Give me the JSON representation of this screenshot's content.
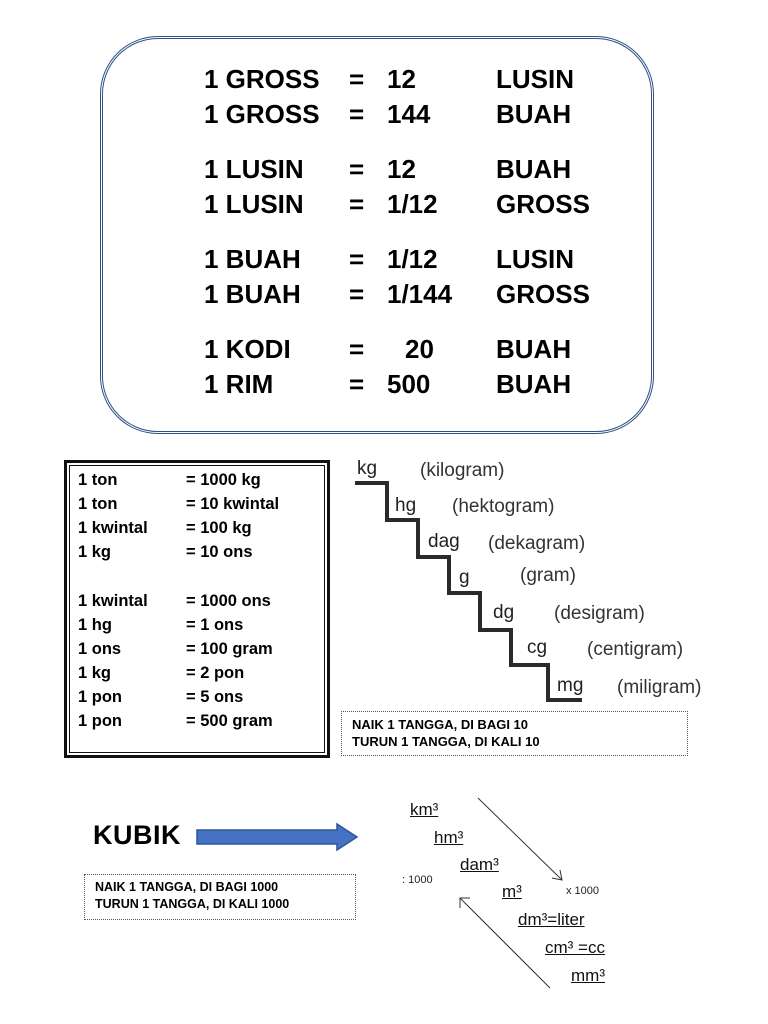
{
  "count_units": [
    {
      "left": "1 GROSS",
      "eq": "=",
      "value": "12",
      "unit": "LUSIN"
    },
    {
      "left": "1 GROSS",
      "eq": "=",
      "value": "144",
      "unit": "BUAH"
    },
    {
      "left": "1 LUSIN",
      "eq": "=",
      "value": "12",
      "unit": "BUAH"
    },
    {
      "left": "1 LUSIN",
      "eq": "=",
      "value": "1/12",
      "unit": "GROSS"
    },
    {
      "left": "1 BUAH",
      "eq": "=",
      "value": "1/12",
      "unit": "LUSIN"
    },
    {
      "left": "1 BUAH",
      "eq": "=",
      "value": "1/144",
      "unit": "GROSS"
    },
    {
      "left": "1 KODI",
      "eq": "=",
      "value": "20",
      "unit": "BUAH"
    },
    {
      "left": "1 RIM",
      "eq": "=",
      "value": "500",
      "unit": "BUAH"
    }
  ],
  "weight_table": [
    {
      "left": "1 ton",
      "right": "= 1000 kg"
    },
    {
      "left": "1 ton",
      "right": "= 10 kwintal"
    },
    {
      "left": "1 kwintal",
      "right": "= 100 kg"
    },
    {
      "left": "1 kg",
      "right": "= 10 ons"
    },
    {
      "left": "1 kwintal",
      "right": "=  1000 ons"
    },
    {
      "left": "1 hg",
      "right": "= 1 ons"
    },
    {
      "left": "1 ons",
      "right": "= 100 gram"
    },
    {
      "left": "1 kg",
      "right": "= 2 pon"
    },
    {
      "left": "1 pon",
      "right": "= 5 ons"
    },
    {
      "left": "1 pon",
      "right": "= 500 gram"
    }
  ],
  "weight_ladder": [
    {
      "symbol": "kg",
      "name": "(kilogram)"
    },
    {
      "symbol": "hg",
      "name": "(hektogram)"
    },
    {
      "symbol": "dag",
      "name": "(dekagram)"
    },
    {
      "symbol": "g",
      "name": "(gram)"
    },
    {
      "symbol": "dg",
      "name": "(desigram)"
    },
    {
      "symbol": "cg",
      "name": "(centigram)"
    },
    {
      "symbol": "mg",
      "name": "(miligram)"
    }
  ],
  "weight_note": {
    "line1": "NAIK 1 TANGGA, DI BAGI 10",
    "line2": "TURUN 1 TANGGA, DI KALI 10"
  },
  "cubic": {
    "title": "KUBIK",
    "note_line1": "NAIK 1 TANGGA, DI BAGI 1000",
    "note_line2": "TURUN 1 TANGGA, DI KALI 1000",
    "units": [
      "km³",
      "hm³",
      "dam³",
      "m³",
      "dm³=liter",
      "cm³  =cc",
      "mm³"
    ],
    "divide_label": ": 1000",
    "multiply_label": "x 1000"
  },
  "colors": {
    "box_border": "#2f4f86",
    "arrow": "#4472c4"
  }
}
